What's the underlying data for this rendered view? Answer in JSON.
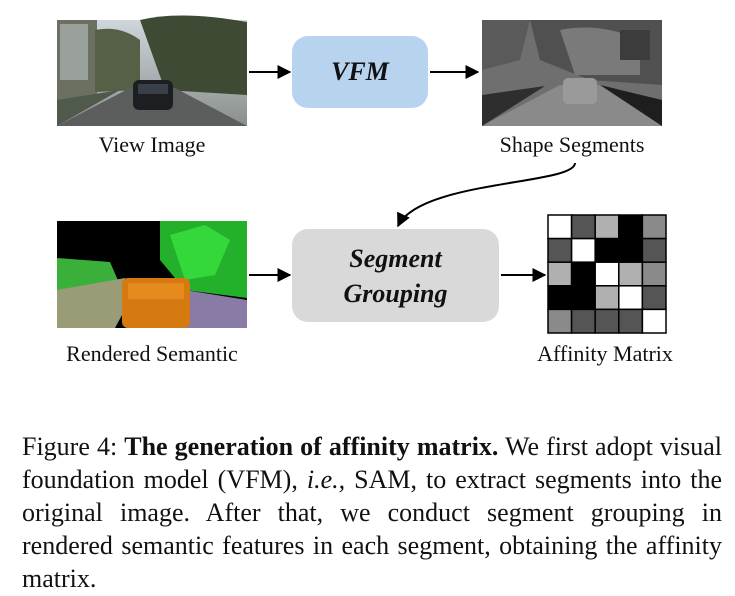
{
  "figure": {
    "view_image_label": "View Image",
    "vfm_label": "VFM",
    "shape_segments_label": "Shape Segments",
    "rendered_semantic_label": "Rendered Semantic",
    "segment_grouping_line1": "Segment",
    "segment_grouping_line2": "Grouping",
    "affinity_matrix_label": "Affinity Matrix",
    "vfm_color": "#b7d3ee",
    "grouping_color": "#d9d9d9",
    "affinity_matrix": [
      [
        "#ffffff",
        "#555555",
        "#b0b0b0",
        "#000000",
        "#8a8a8a"
      ],
      [
        "#555555",
        "#ffffff",
        "#000000",
        "#000000",
        "#555555"
      ],
      [
        "#b0b0b0",
        "#000000",
        "#ffffff",
        "#b0b0b0",
        "#8a8a8a"
      ],
      [
        "#000000",
        "#000000",
        "#b0b0b0",
        "#ffffff",
        "#555555"
      ],
      [
        "#8a8a8a",
        "#555555",
        "#555555",
        "#555555",
        "#ffffff"
      ]
    ]
  },
  "caption": {
    "prefix": "Figure 4: ",
    "title": "The generation of affinity matrix.",
    "part1": " We first adopt visual foundation model (VFM), ",
    "ie": "i.e.,",
    "part2": " SAM, to extract segments into the original image. After that, we conduct segment grouping in rendered semantic features in each segment, obtaining the affinity matrix."
  }
}
